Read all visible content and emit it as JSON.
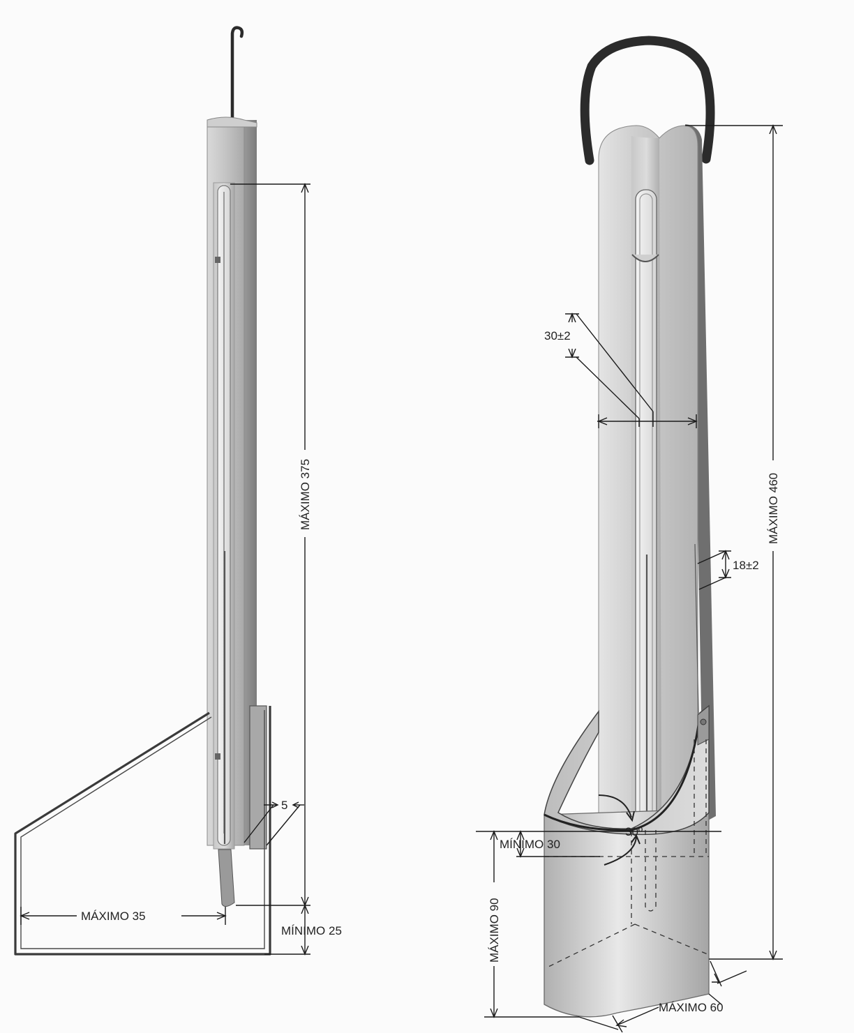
{
  "left_view": {
    "max_length_label": "MÁXIMO 375",
    "wall_gap_label": "5",
    "max_width_label": "MÁXIMO 35",
    "min_clearance_label": "MÍNIMO 25"
  },
  "right_view": {
    "max_length_label": "MÁXIMO 460",
    "window_label": "30±2",
    "slot_label": "18±2",
    "min_depth_label": "MÍNIMO 30",
    "angle_label": "30º",
    "cup_height_label": "MÁXIMO 90",
    "cup_width_label": "MÁXIMO 60"
  },
  "colors": {
    "metal_light": "#e6e6e6",
    "metal_mid": "#b8b8b8",
    "metal_dark": "#8f8f8f",
    "handle": "#2b2b2b"
  }
}
